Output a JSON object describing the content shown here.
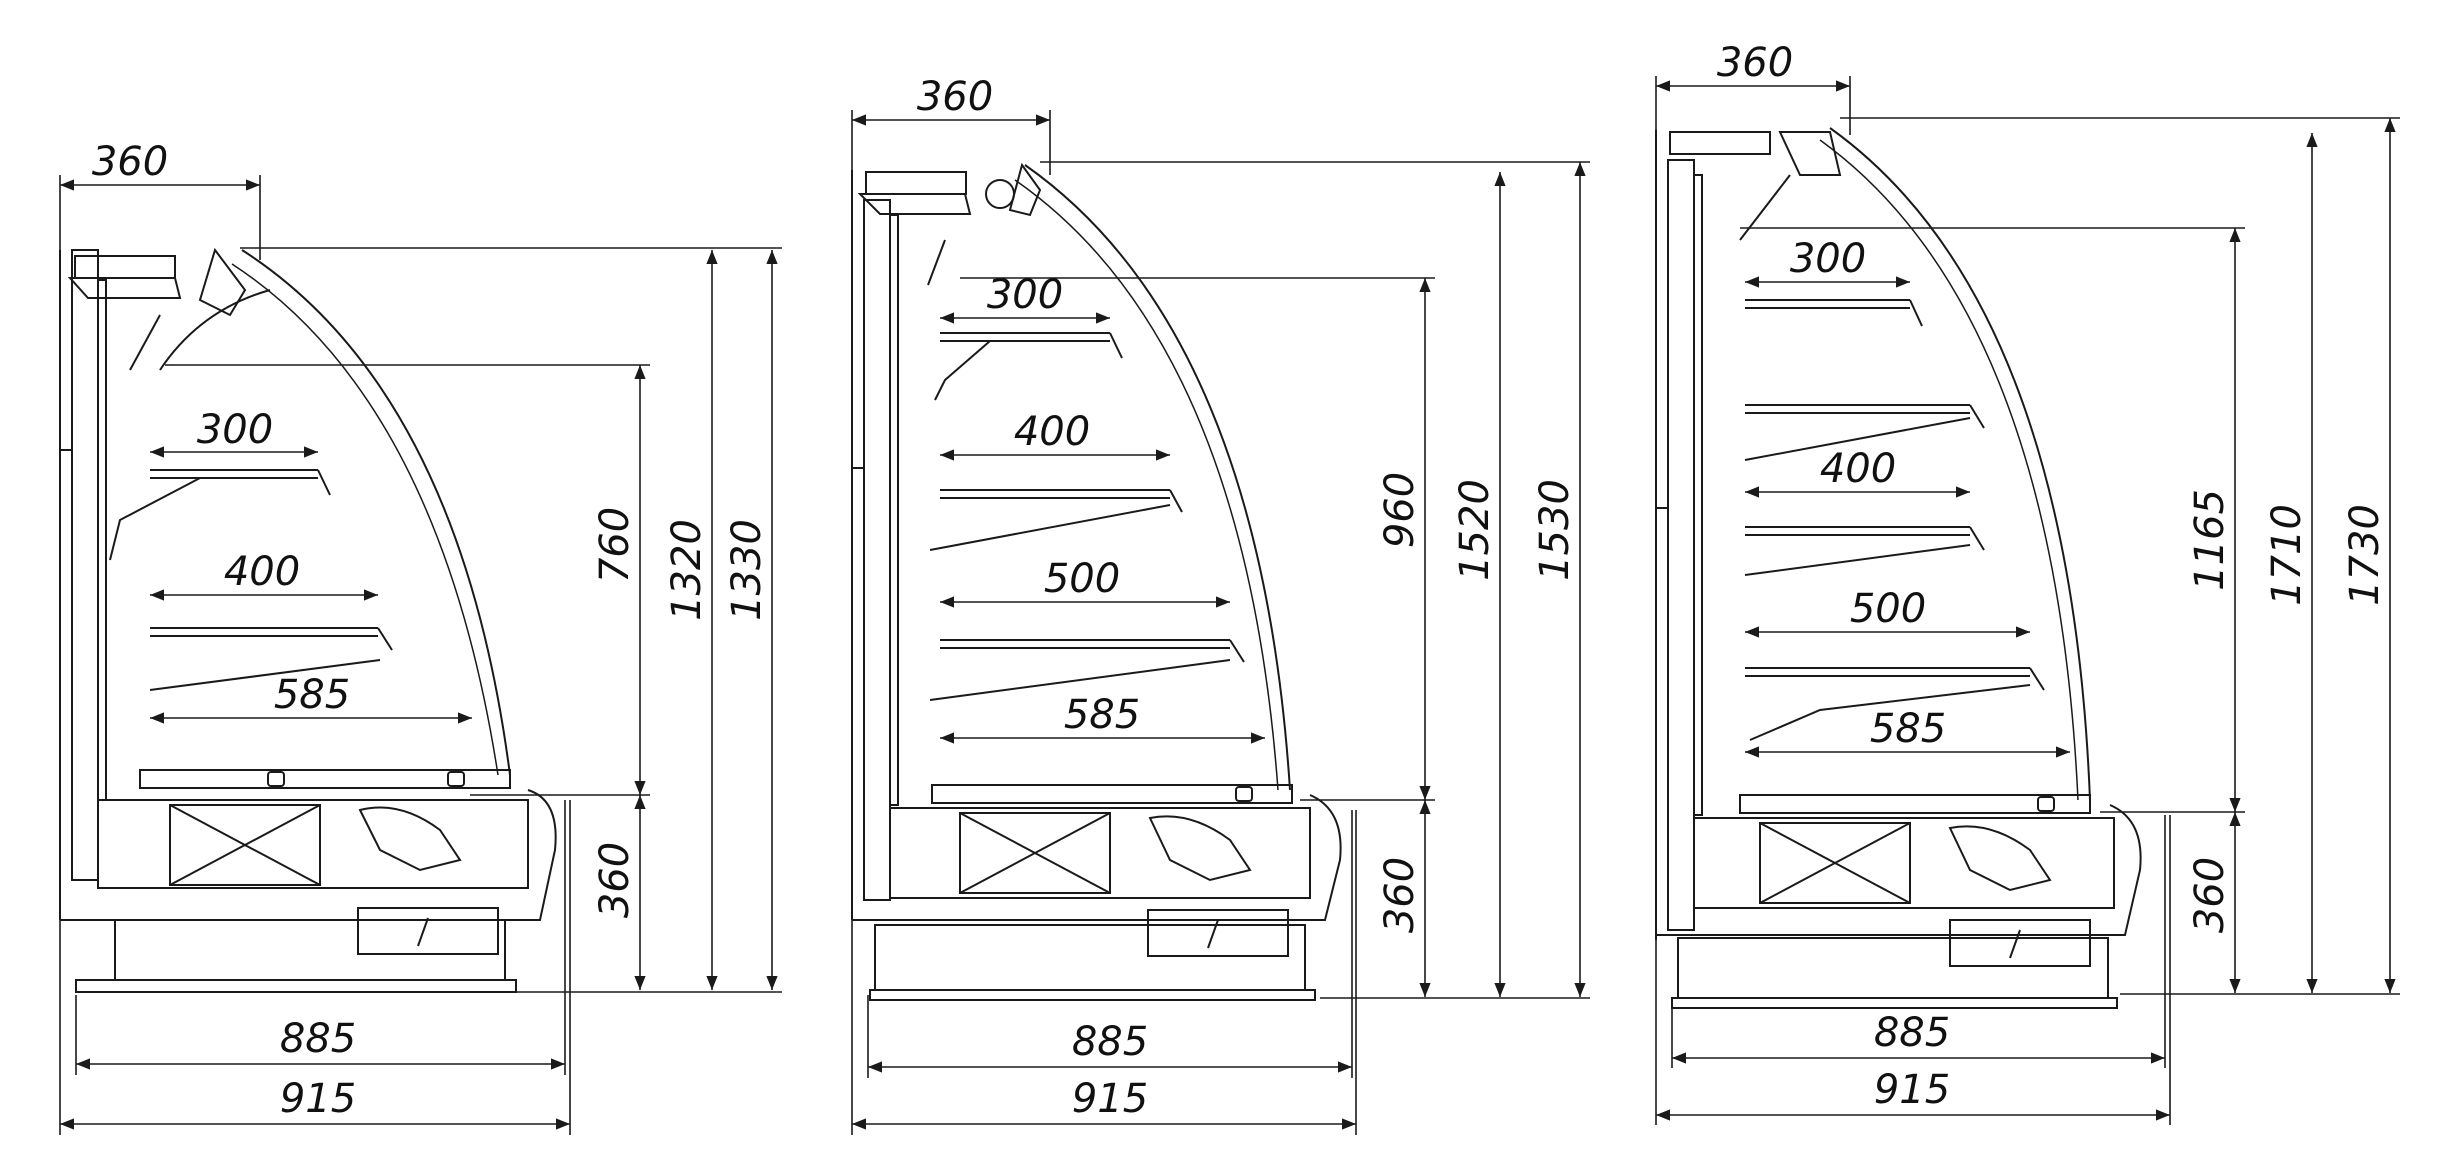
{
  "units": [
    {
      "id": "unit-1330",
      "top_depth": "360",
      "shelves": [
        "300",
        "400",
        "585"
      ],
      "heights": {
        "display": "760",
        "base": "360",
        "inner": "1320",
        "total": "1330"
      },
      "widths": {
        "inner": "885",
        "outer": "915"
      }
    },
    {
      "id": "unit-1530",
      "top_depth": "360",
      "shelves": [
        "300",
        "400",
        "500",
        "585"
      ],
      "heights": {
        "display": "960",
        "base": "360",
        "inner": "1520",
        "total": "1530"
      },
      "widths": {
        "inner": "885",
        "outer": "915"
      }
    },
    {
      "id": "unit-1730",
      "top_depth": "360",
      "shelves": [
        "300",
        "400",
        "500",
        "585"
      ],
      "heights": {
        "display": "1165",
        "base": "360",
        "inner": "1710",
        "total": "1730"
      },
      "widths": {
        "inner": "885",
        "outer": "915"
      }
    }
  ]
}
